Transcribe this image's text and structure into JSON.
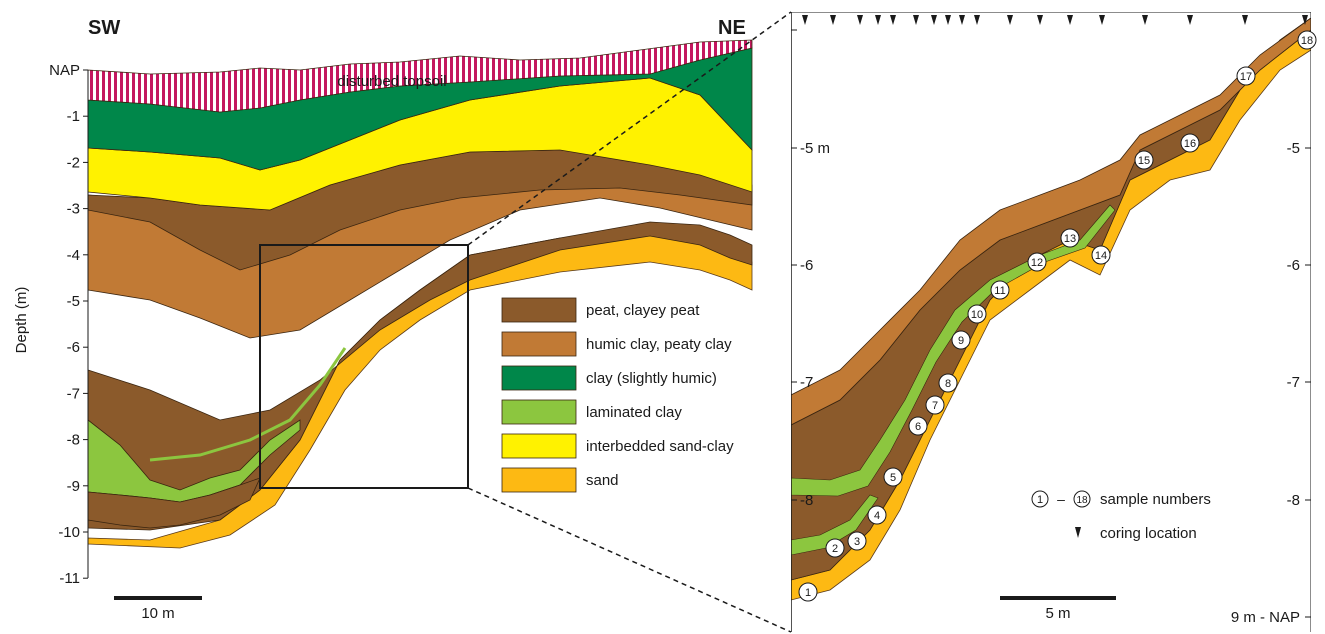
{
  "left_panel": {
    "side_left": "SW",
    "side_right": "NE",
    "y_axis_label": "Depth (m)",
    "y_ticks": [
      "NAP",
      "-1",
      "-2",
      "-3",
      "-4",
      "-5",
      "-6",
      "-7",
      "-8",
      "-9",
      "-10",
      "-11"
    ],
    "scale_bar_label": "10 m",
    "topsoil_label": "disturbed topsoil"
  },
  "legend": [
    {
      "label": "peat, clayey peat",
      "color": "#8b5a2b"
    },
    {
      "label": "humic clay, peaty clay",
      "color": "#c17a35"
    },
    {
      "label": "clay (slightly humic)",
      "color": "#00874a"
    },
    {
      "label": "laminated clay",
      "color": "#8cc63f"
    },
    {
      "label": "interbedded sand-clay",
      "color": "#fff200"
    },
    {
      "label": "sand",
      "color": "#fdb913"
    }
  ],
  "topsoil_color": "#c4175f",
  "right_panel": {
    "left_ticks": [
      "-5 m",
      "-6",
      "-7",
      "-8"
    ],
    "right_ticks": [
      "-5",
      "-6",
      "-7",
      "-8",
      "9 m - NAP"
    ],
    "scale_bar_label": "5 m",
    "sample_legend_from": "1",
    "sample_legend_dash": "–",
    "sample_legend_to": "18",
    "sample_legend_text": "sample numbers",
    "coring_legend_text": "coring location",
    "samples": [
      "1",
      "2",
      "3",
      "4",
      "5",
      "6",
      "7",
      "8",
      "9",
      "10",
      "11",
      "12",
      "13",
      "14",
      "15",
      "16",
      "17",
      "18"
    ]
  }
}
